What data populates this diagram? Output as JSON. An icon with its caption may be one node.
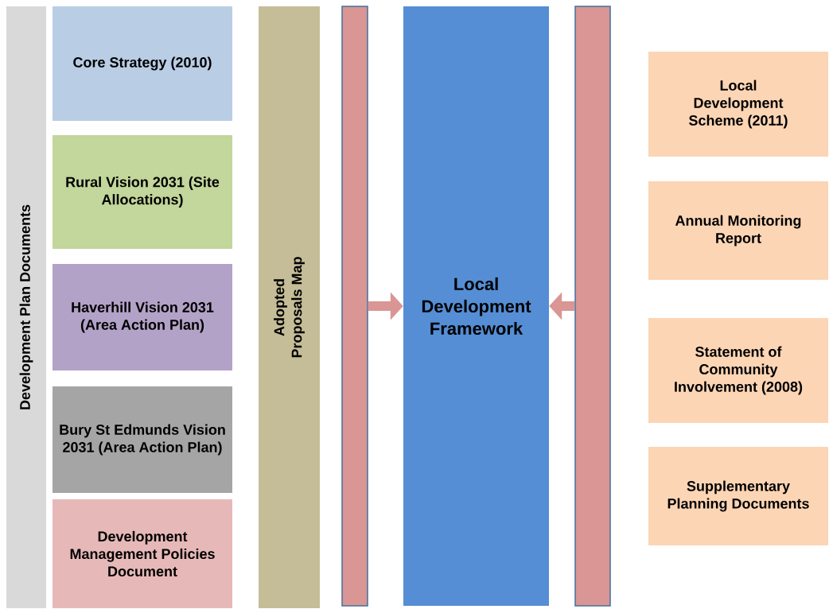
{
  "diagram": {
    "nodes": [
      {
        "text": [
          "Development Plan Documents"
        ]
      },
      {
        "text": [
          "Core Strategy (2010)"
        ]
      },
      {
        "text": [
          "Rural Vision 2031 (Site Allocations)"
        ]
      },
      {
        "text": [
          "Haverhill Vision 2031 (Area Action Plan)"
        ]
      },
      {
        "text": [
          "Bury St Edmunds Vision 2031 (Area Action Plan)"
        ]
      },
      {
        "text": [
          "Development Management Policies Document"
        ]
      },
      {
        "text": [
          "Adopted Proposals Map"
        ]
      },
      {
        "text": [],
        "shape": "bar"
      },
      {
        "text": [
          "Local Development Framework"
        ]
      },
      {
        "text": [],
        "shape": "bar"
      },
      {
        "text": [
          "Local Development Scheme (2011)"
        ]
      },
      {
        "text": [
          "Annual Monitoring Report"
        ]
      },
      {
        "text": [
          "Statement of Community Involvement (2008)"
        ]
      },
      {
        "text": [
          "Supplementary Planning Documents"
        ]
      }
    ],
    "edges": [
      {
        "from": 7,
        "to": 8,
        "arrow": "to"
      },
      {
        "from": 9,
        "to": 8,
        "arrow": "to"
      }
    ]
  }
}
